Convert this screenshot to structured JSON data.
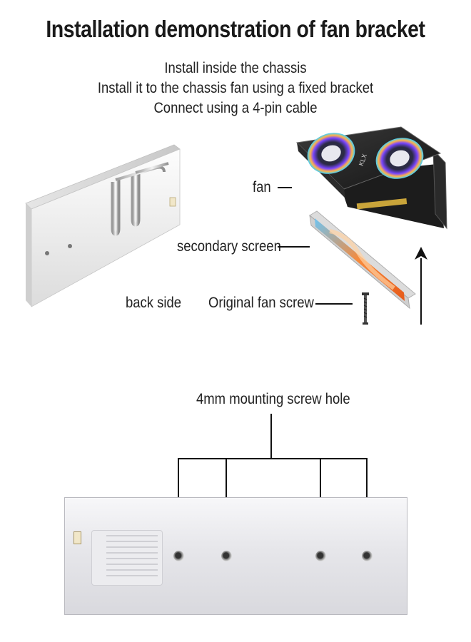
{
  "title": "Installation demonstration of fan bracket",
  "subtitle_lines": [
    "Install inside the chassis",
    "Install it to the chassis fan using a fixed bracket",
    "Connect using a 4-pin cable"
  ],
  "callouts": {
    "fan": "fan",
    "secondary_screen": "secondary screen",
    "back_side": "back side",
    "original_fan_screw": "Original fan screw",
    "mounting_holes": "4mm mounting screw hole"
  },
  "gpu_brand": "KLX"
}
